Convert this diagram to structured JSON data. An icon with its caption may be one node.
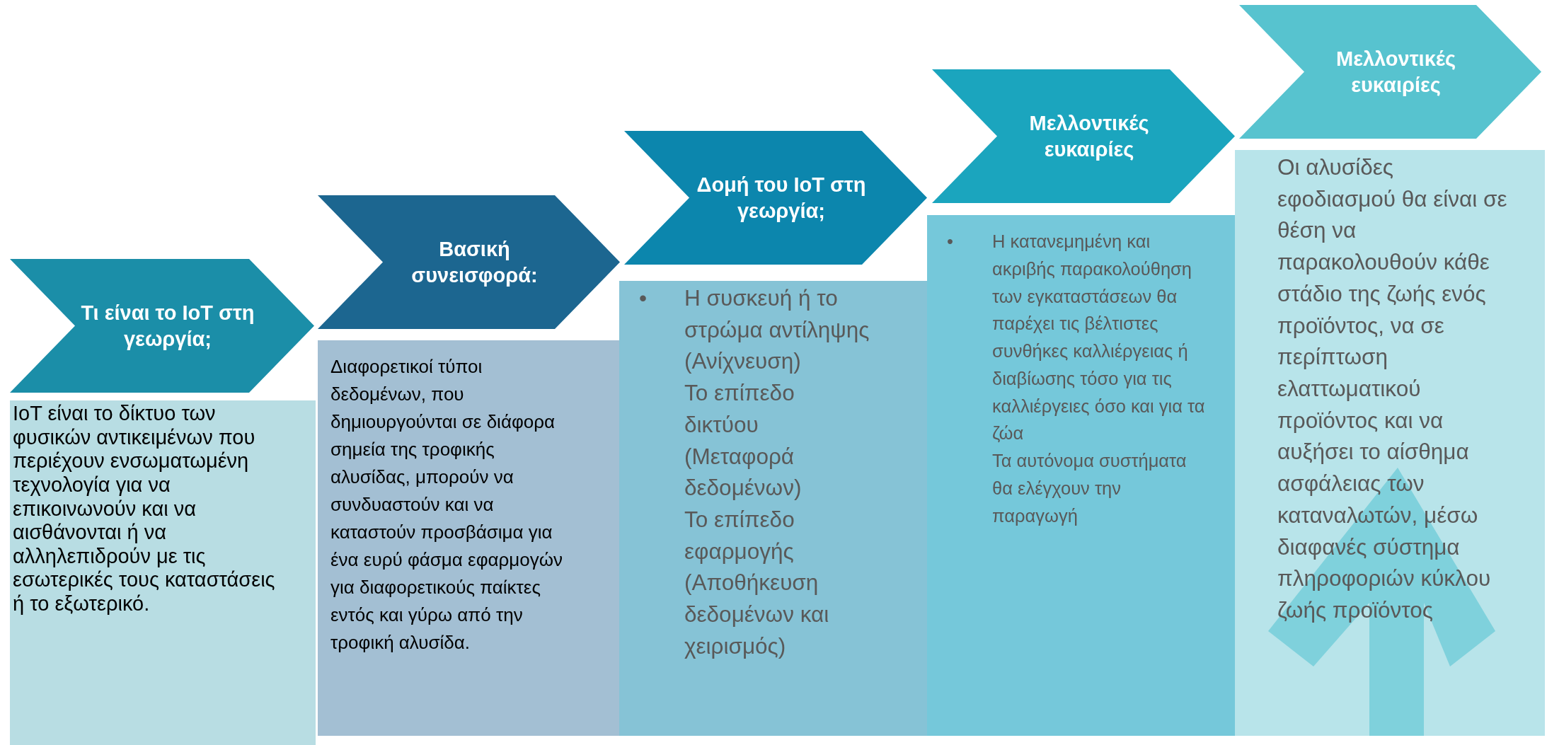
{
  "diagram": {
    "nodes": [
      {
        "text": [
          "Τι είναι το IoT στη γεωργία;"
        ]
      },
      {
        "text": [
          "IoT είναι το δίκτυο των φυσικών αντικειμένων που περιέχουν ενσωματωμένη τεχνολογία για να επικοινωνούν και να αισθάνονται ή να αλληλεπιδρούν με τις εσωτερικές τους καταστάσεις ή το εξωτερικό."
        ]
      },
      {
        "text": [
          "Βασική συνεισφορά:"
        ]
      },
      {
        "text": [
          "Διαφορετικοί τύποι δεδομένων, που δημιουργούνται σε διάφορα σημεία της τροφικής αλυσίδας, μπορούν να συνδυαστούν και να καταστούν προσβάσιμα για ένα ευρύ φάσμα εφαρμογών για διαφορετικούς παίκτες εντός και γύρω από την τροφική αλυσίδα."
        ]
      },
      {
        "text": [
          "Δομή του IoT στη γεωργία;"
        ]
      },
      {
        "text": [
          "Η συσκευή ή το στρώμα αντίληψης (Ανίχνευση)",
          "Το επίπεδο δικτύου (Μεταφορά δεδομένων)",
          "Το επίπεδο εφαρμογής (Αποθήκευση δεδομένων και χειρισμός)"
        ]
      },
      {
        "text": [
          "Μελλοντικές ευκαιρίες"
        ]
      },
      {
        "text": [
          "Η κατανεμημένη και ακριβής παρακολούθηση των εγκαταστάσεων θα παρέχει τις βέλτιστες συνθήκες καλλιέργειας ή διαβίωσης τόσο για τις καλλιέργειες όσο και για τα ζώα",
          "Τα αυτόνομα συστήματα θα ελέγχουν την παραγωγή"
        ]
      },
      {
        "text": [
          "Μελλοντικές ευκαιρίες"
        ]
      },
      {
        "text": [
          "Οι αλυσίδες εφοδιασμού θα είναι σε θέση να παρακολουθούν κάθε στάδιο της ζωής ενός προϊόντος, να σε περίπτωση ελαττωματικού προϊόντος και να αυξήσει το αίσθημα ασφάλειας των καταναλωτών, μέσω διαφανές σύστημα πληροφοριών κύκλου ζωής προϊόντος"
        ]
      }
    ],
    "labels": [
      "•",
      "•"
    ]
  }
}
